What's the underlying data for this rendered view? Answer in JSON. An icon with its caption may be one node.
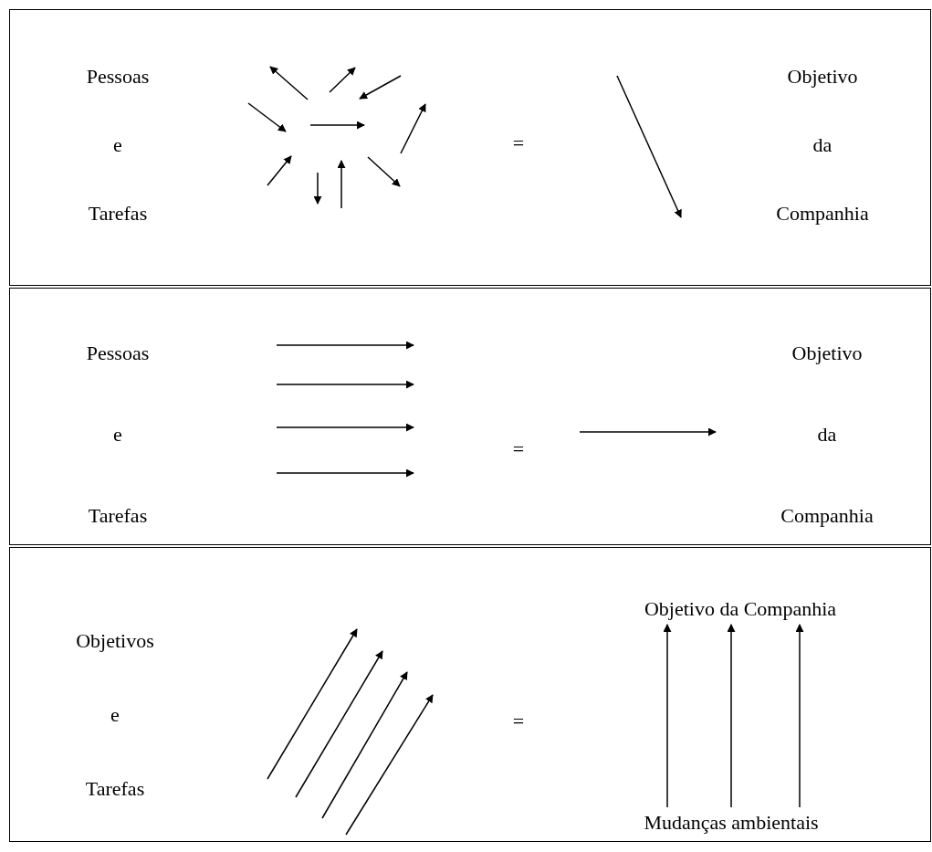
{
  "diagram": {
    "nodes": [
      {
        "text": [],
        "shape": "box"
      },
      {
        "text": [
          "Pessoas e Tarefas"
        ],
        "in": 0
      },
      {
        "text": [
          "Objetivo da Companhia"
        ],
        "in": 0
      },
      {
        "text": [],
        "shape": "box"
      },
      {
        "text": [
          "Pessoas e Tarefas"
        ],
        "in": 3
      },
      {
        "text": [
          "Objetivo da Companhia"
        ],
        "in": 3
      },
      {
        "text": [],
        "shape": "box"
      },
      {
        "text": [
          "Objetivos e Tarefas"
        ],
        "in": 6
      },
      {
        "text": [
          "Objetivo da Companhia"
        ],
        "in": 6
      },
      {
        "text": [
          "Mudanças ambientais"
        ],
        "in": 6
      }
    ],
    "edges": [
      {
        "from": 9,
        "to": 8,
        "arrow": "to"
      },
      {
        "from": 9,
        "to": 8,
        "arrow": "to"
      },
      {
        "from": 9,
        "to": 8,
        "arrow": "to"
      }
    ],
    "labels": [
      "=",
      "=",
      "="
    ]
  }
}
